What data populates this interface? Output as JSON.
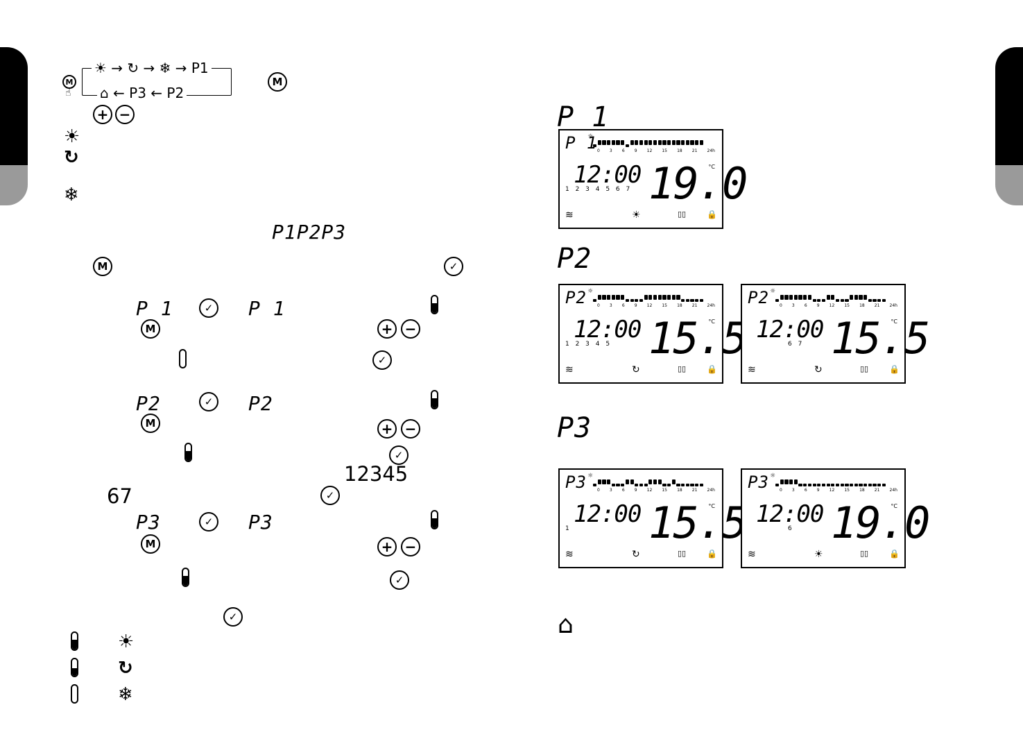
{
  "cycle": {
    "top_row": "☀ → ↻ → ❄ → P1",
    "bottom_row": "⌂ ← P3 ← P2",
    "m_label": "M",
    "plus": "+",
    "minus": "−"
  },
  "programs": {
    "list": "P1P2P3",
    "p1": "P 1",
    "p2": "P2",
    "p3": "P3"
  },
  "numbers": {
    "weekdays": "12345",
    "weekend": "67"
  },
  "legend": {
    "heat": "☀",
    "eco": "↻",
    "frost": "❄"
  },
  "screens": {
    "p1_heading": "P 1",
    "p2_heading": "P2",
    "p3_heading": "P3",
    "ticks": [
      "0",
      "3",
      "6",
      "9",
      "12",
      "15",
      "18",
      "21",
      "24h"
    ],
    "unit": "°C",
    "icons": {
      "heater": "≋",
      "lock": "🔒",
      "window": "▯▯"
    },
    "s1": {
      "prog": "P 1",
      "time": "12:00",
      "days": "1 2 3 4 5 6 7",
      "temp": "19.0",
      "mode": "☀",
      "bars": [
        0,
        1,
        1,
        1,
        1,
        1,
        1,
        0,
        1,
        1,
        1,
        1,
        1,
        1,
        1,
        1,
        1,
        1,
        1,
        1,
        1,
        1,
        1,
        1
      ]
    },
    "s2": {
      "prog": "P2",
      "time": "12:00",
      "days": "1 2 3 4 5",
      "temp": "15.5",
      "mode": "↻",
      "bars": [
        0,
        1,
        1,
        1,
        1,
        1,
        1,
        0,
        0,
        0,
        0,
        1,
        1,
        1,
        1,
        1,
        1,
        1,
        1,
        0,
        0,
        0,
        0,
        0
      ]
    },
    "s3": {
      "prog": "P2",
      "time": "12:00",
      "days": "6 7",
      "temp": "15.5",
      "mode": "↻",
      "bars": [
        0,
        1,
        1,
        1,
        1,
        1,
        1,
        1,
        0,
        0,
        0,
        1,
        1,
        0,
        0,
        0,
        1,
        1,
        1,
        1,
        0,
        0,
        0,
        0
      ]
    },
    "s4": {
      "prog": "P3",
      "time": "12:00",
      "days": "1",
      "temp": "15.5",
      "mode": "↻",
      "bars": [
        0,
        1,
        1,
        1,
        0,
        0,
        0,
        1,
        1,
        0,
        0,
        0,
        1,
        1,
        1,
        0,
        0,
        1,
        0,
        0,
        0,
        0,
        0,
        0
      ]
    },
    "s5": {
      "prog": "P3",
      "time": "12:00",
      "days": "6",
      "temp": "19.0",
      "mode": "☀",
      "bars": [
        0,
        1,
        1,
        1,
        1,
        0,
        0,
        0,
        0,
        0,
        0,
        0,
        0,
        0,
        0,
        0,
        0,
        0,
        0,
        0,
        0,
        0,
        0,
        0
      ]
    }
  },
  "home_icon": "⌂"
}
